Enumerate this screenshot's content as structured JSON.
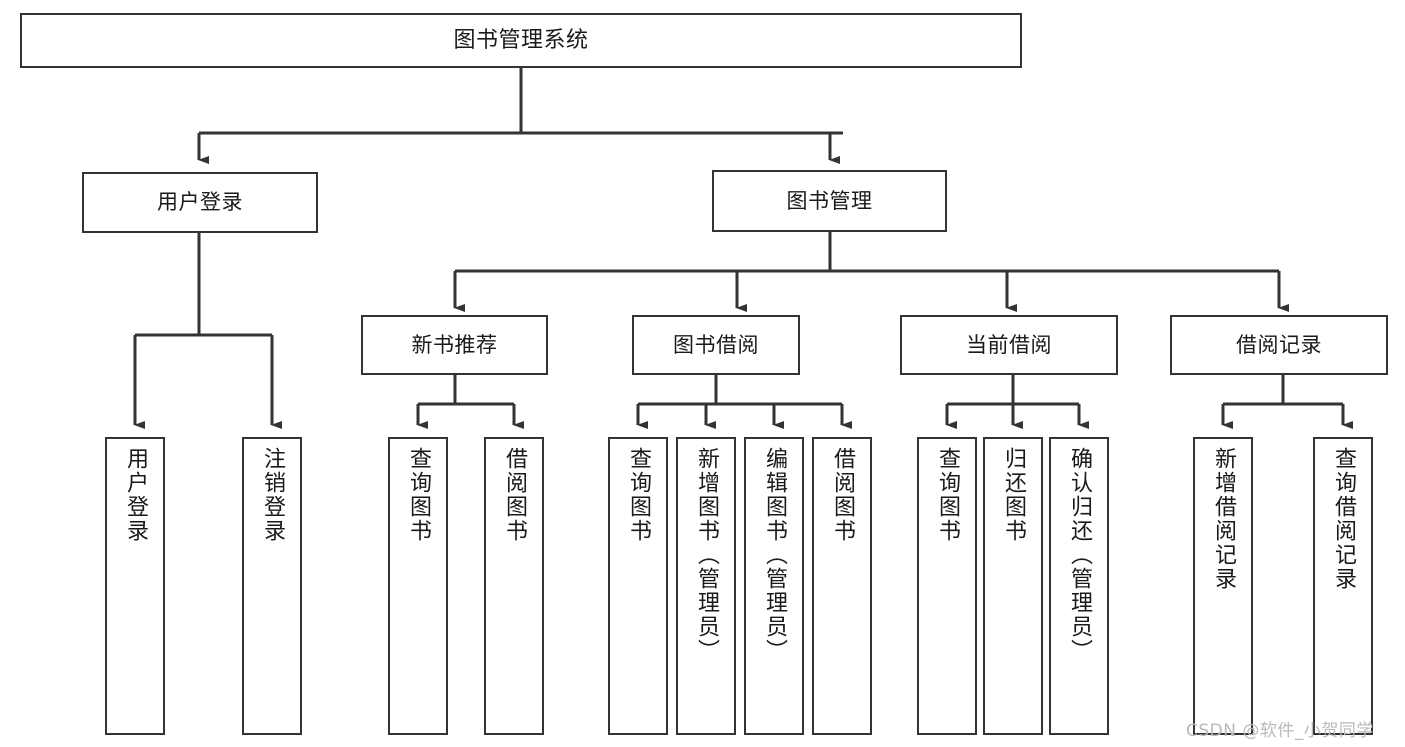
{
  "diagram": {
    "type": "tree-hierarchy",
    "title": "图书管理系统",
    "watermark": "CSDN @软件_小贺同学",
    "colors": {
      "stroke": "#333333",
      "box_fill": "#ffffff",
      "text": "#1a1a1a",
      "watermark": "#b9b9b9",
      "background": "#ffffff"
    },
    "levels": {
      "root": {
        "label": "图书管理系统"
      },
      "level2": [
        {
          "id": "user-login",
          "label": "用户登录"
        },
        {
          "id": "book-management",
          "label": "图书管理"
        }
      ],
      "level3": [
        {
          "id": "new-book-recommend",
          "label": "新书推荐",
          "parent": "book-management"
        },
        {
          "id": "book-borrow",
          "label": "图书借阅",
          "parent": "book-management"
        },
        {
          "id": "current-borrow",
          "label": "当前借阅",
          "parent": "book-management"
        },
        {
          "id": "borrow-record",
          "label": "借阅记录",
          "parent": "book-management"
        }
      ],
      "leaves": [
        {
          "id": "leaf-user-login",
          "label": "用户登录",
          "parent": "user-login"
        },
        {
          "id": "leaf-logout-login",
          "label": "注销登录",
          "parent": "user-login"
        },
        {
          "id": "leaf-query-book-1",
          "label": "查询图书",
          "parent": "new-book-recommend"
        },
        {
          "id": "leaf-borrow-book-1",
          "label": "借阅图书",
          "parent": "new-book-recommend"
        },
        {
          "id": "leaf-query-book-2",
          "label": "查询图书",
          "parent": "book-borrow"
        },
        {
          "id": "leaf-add-book",
          "label": "新增图书（管理员）",
          "parent": "book-borrow"
        },
        {
          "id": "leaf-edit-book",
          "label": "编辑图书（管理员）",
          "parent": "book-borrow"
        },
        {
          "id": "leaf-borrow-book-2",
          "label": "借阅图书",
          "parent": "book-borrow"
        },
        {
          "id": "leaf-query-book-3",
          "label": "查询图书",
          "parent": "current-borrow"
        },
        {
          "id": "leaf-return-book",
          "label": "归还图书",
          "parent": "current-borrow"
        },
        {
          "id": "leaf-confirm-return",
          "label": "确认归还（管理员）",
          "parent": "current-borrow"
        },
        {
          "id": "leaf-add-record",
          "label": "新增借阅记录",
          "parent": "borrow-record"
        },
        {
          "id": "leaf-query-record",
          "label": "查询借阅记录",
          "parent": "borrow-record"
        }
      ]
    }
  }
}
